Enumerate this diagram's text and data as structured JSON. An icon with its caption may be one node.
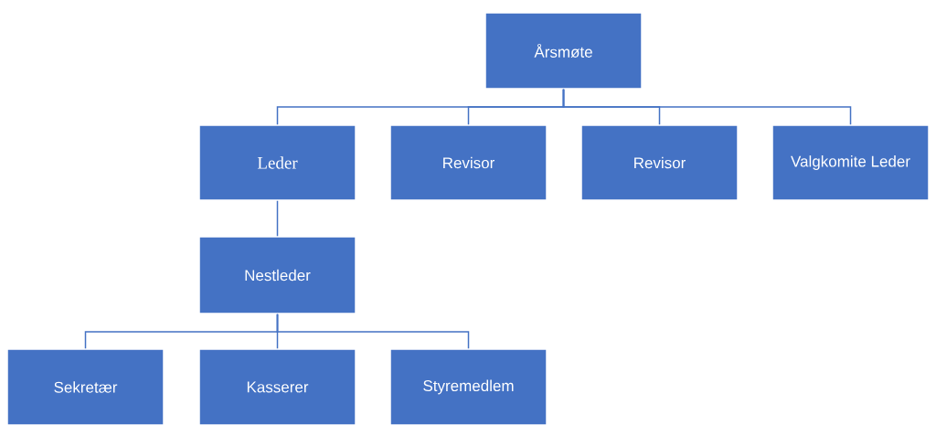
{
  "diagram": {
    "nodes": [
      {
        "text": [
          "Årsmøte"
        ]
      },
      {
        "text": [
          "Leder"
        ]
      },
      {
        "text": [
          "Revisor"
        ]
      },
      {
        "text": [
          "Revisor"
        ]
      },
      {
        "text": [
          "Valgkomite Leder"
        ]
      },
      {
        "text": [
          "Nestleder"
        ]
      },
      {
        "text": [
          "Sekretær"
        ]
      },
      {
        "text": [
          "Kasserer"
        ]
      },
      {
        "text": [
          "Styremedlem"
        ]
      }
    ],
    "edges": [
      {
        "from": 0,
        "to": 1,
        "arrow": "none"
      },
      {
        "from": 0,
        "to": 2,
        "arrow": "none"
      },
      {
        "from": 0,
        "to": 3,
        "arrow": "none"
      },
      {
        "from": 0,
        "to": 4,
        "arrow": "none"
      },
      {
        "from": 1,
        "to": 5,
        "arrow": "none"
      },
      {
        "from": 5,
        "to": 6,
        "arrow": "none"
      },
      {
        "from": 5,
        "to": 7,
        "arrow": "none"
      },
      {
        "from": 5,
        "to": 8,
        "arrow": "none"
      }
    ]
  }
}
